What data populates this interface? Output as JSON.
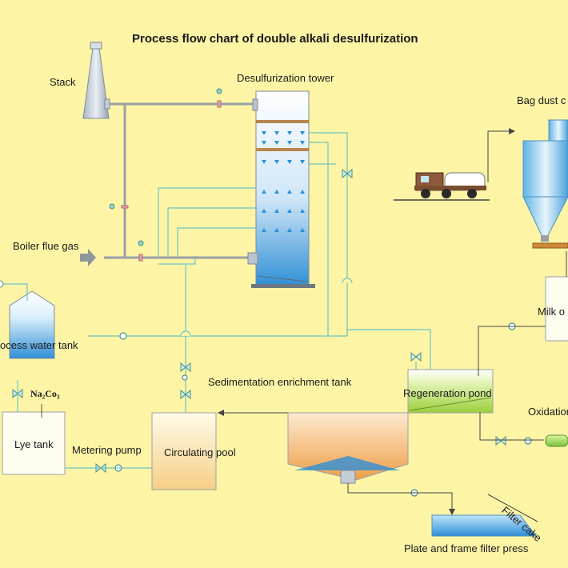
{
  "title": "Process flow chart of double alkali desulfurization",
  "labels": {
    "stack": "Stack",
    "tower": "Desulfurization tower",
    "bag_dust": "Bag dust c",
    "boiler": "Boiler flue gas",
    "process_water": "ocess water tank",
    "chem": "Na₂Co₃",
    "lye_tank": "Lye tank",
    "metering_pump": "Metering pump",
    "circulating_pool": "Circulating pool",
    "sedimentation": "Sedimentation enrichment tank",
    "regeneration": "Regeneration pond",
    "milk": "Milk o",
    "oxidation": "Oxidation",
    "filter_cake": "Filter cake",
    "filter_press": "Plate and frame filter press"
  },
  "colors": {
    "background": "#fdf4a6",
    "pipe_gray": "#9aa0a6",
    "pipe_teal": "#6fc4c0",
    "water_blue": "#2f8fd6",
    "slurry_green": "#b7de5a",
    "sediment_orange": "#f1b36a"
  }
}
